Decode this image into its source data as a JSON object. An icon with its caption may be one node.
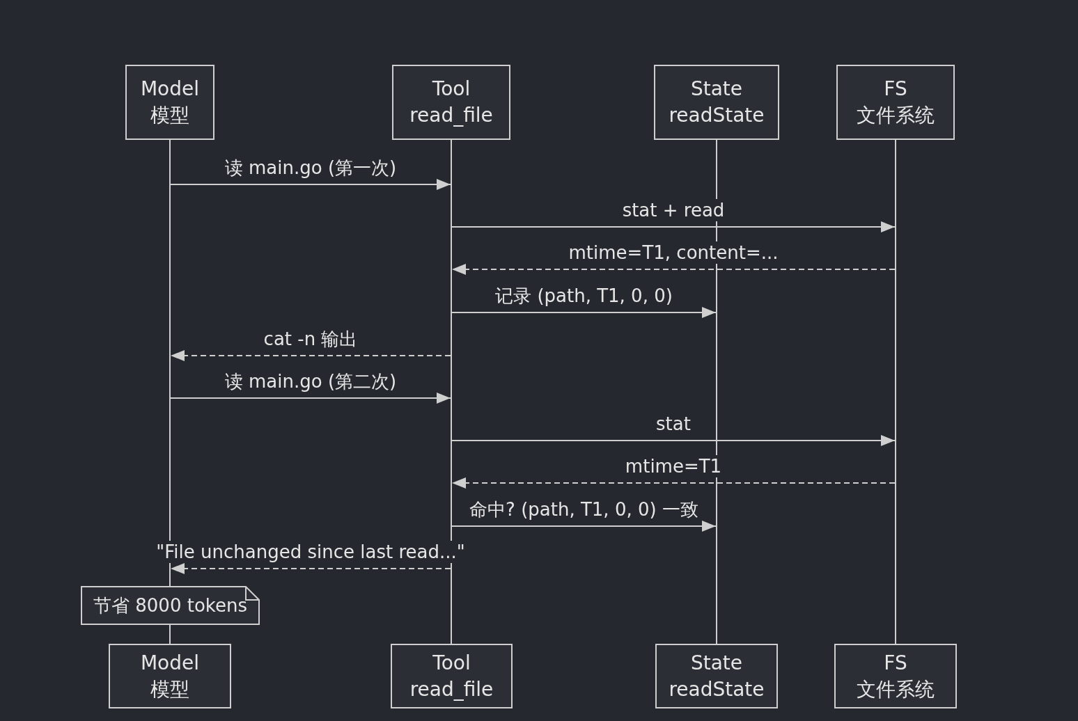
{
  "diagram": {
    "nodes": [
      {
        "text": [
          "Model",
          "模型"
        ]
      },
      {
        "text": [
          "Tool",
          "read_file"
        ]
      },
      {
        "text": [
          "State",
          "readState"
        ]
      },
      {
        "text": [
          "FS",
          "文件系统"
        ]
      },
      {
        "text": [],
        "shape": "bar"
      },
      {
        "text": [],
        "shape": "bar"
      },
      {
        "text": [],
        "shape": "bar"
      },
      {
        "text": [],
        "shape": "bar"
      },
      {
        "text": [
          "节省 8000 tokens"
        ]
      },
      {
        "text": [
          "Model",
          "模型"
        ]
      },
      {
        "text": [
          "Tool",
          "read_file"
        ]
      },
      {
        "text": [
          "State",
          "readState"
        ]
      },
      {
        "text": [
          "FS",
          "文件系统"
        ]
      }
    ],
    "edges": [
      {
        "from": 4,
        "to": 5,
        "arrow": "to",
        "label": "读 main.go (第一次)"
      },
      {
        "from": 5,
        "to": 7,
        "arrow": "to",
        "label": "stat + read"
      },
      {
        "from": 7,
        "to": 5,
        "arrow": "to",
        "label": "mtime=T1, content=...",
        "style": "dashed"
      },
      {
        "from": 5,
        "to": 6,
        "arrow": "to",
        "label": "记录 (path, T1, 0, 0)"
      },
      {
        "from": 5,
        "to": 4,
        "arrow": "to",
        "label": "cat -n 输出",
        "style": "dashed"
      },
      {
        "from": 4,
        "to": 5,
        "arrow": "to",
        "label": "读 main.go (第二次)"
      },
      {
        "from": 5,
        "to": 7,
        "arrow": "to",
        "label": "stat"
      },
      {
        "from": 7,
        "to": 5,
        "arrow": "to",
        "label": "mtime=T1",
        "style": "dashed"
      },
      {
        "from": 5,
        "to": 6,
        "arrow": "to",
        "label": "命中? (path, T1, 0, 0) 一致"
      },
      {
        "from": 5,
        "to": 4,
        "arrow": "to",
        "label": "\"File unchanged since last read...\"",
        "style": "dashed"
      },
      {
        "from": 8,
        "to": 9,
        "arrow": "none"
      }
    ]
  }
}
